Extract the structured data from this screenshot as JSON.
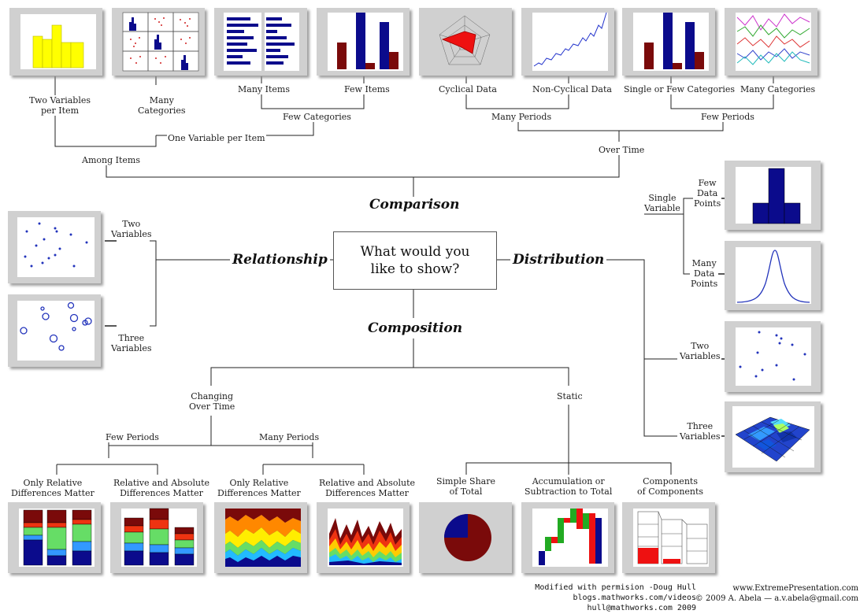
{
  "center": {
    "question": "What would you\nlike to show?"
  },
  "categories": {
    "comparison": "Comparison",
    "relationship": "Relationship",
    "distribution": "Distribution",
    "composition": "Composition"
  },
  "comparison": {
    "among_items": "Among Items",
    "over_time": "Over Time",
    "two_variables_per_item": "Two Variables\nper Item",
    "one_variable_per_item": "One Variable per Item",
    "many_categories": "Many\nCategories",
    "few_categories": "Few Categories",
    "many_items": "Many Items",
    "few_items": "Few Items",
    "many_periods": "Many Periods",
    "few_periods": "Few Periods",
    "cyclical_data": "Cyclical Data",
    "non_cyclical_data": "Non-Cyclical Data",
    "single_or_few_categories": "Single or Few Categories",
    "many_categories_time": "Many Categories"
  },
  "relationship": {
    "two_variables": "Two\nVariables",
    "three_variables": "Three\nVariables"
  },
  "distribution": {
    "single_variable": "Single\nVariable",
    "few_data_points": "Few\nData\nPoints",
    "many_data_points": "Many\nData\nPoints",
    "two_variables": "Two\nVariables",
    "three_variables": "Three\nVariables"
  },
  "composition": {
    "changing_over_time": "Changing\nOver Time",
    "static": "Static",
    "few_periods": "Few Periods",
    "many_periods": "Many Periods",
    "only_relative_few": "Only Relative\nDifferences Matter",
    "relative_absolute_few": "Relative and Absolute\nDifferences Matter",
    "only_relative_many": "Only Relative\nDifferences Matter",
    "relative_absolute_many": "Relative and Absolute\nDifferences Matter",
    "simple_share": "Simple Share\nof Total",
    "accumulation": "Accumulation or\nSubtraction to Total",
    "components": "Components\nof Components"
  },
  "credits": {
    "left": "Modified with permision -Doug Hull\nblogs.mathworks.com/videos\nhull@mathworks.com 2009",
    "right": "www.ExtremePresentation.com\n© 2009  A. Abela — a.v.abela@gmail.com"
  },
  "colors": {
    "navy": "#0b0b8c",
    "maroon": "#7a0a0a",
    "yellow": "#ffff00",
    "red": "#ee1111",
    "green": "#22aa22",
    "frame": "#cfcfcf",
    "line": "#222222"
  },
  "icons": [
    "yellow-bar-histogram-icon",
    "scatter-matrix-icon",
    "horizontal-bar-chart-icon",
    "column-chart-few-items-icon",
    "radar-chart-icon",
    "line-chart-icon",
    "column-chart-over-time-icon",
    "multi-line-chart-icon",
    "scatter-plot-icon",
    "bubble-chart-icon",
    "histogram-icon",
    "normal-curve-icon",
    "scatter-distribution-icon",
    "surface-3d-icon",
    "stacked-100-column-icon",
    "stacked-column-icon",
    "stacked-100-area-icon",
    "stacked-area-icon",
    "pie-chart-icon",
    "waterfall-chart-icon",
    "stacked-100-components-icon"
  ]
}
